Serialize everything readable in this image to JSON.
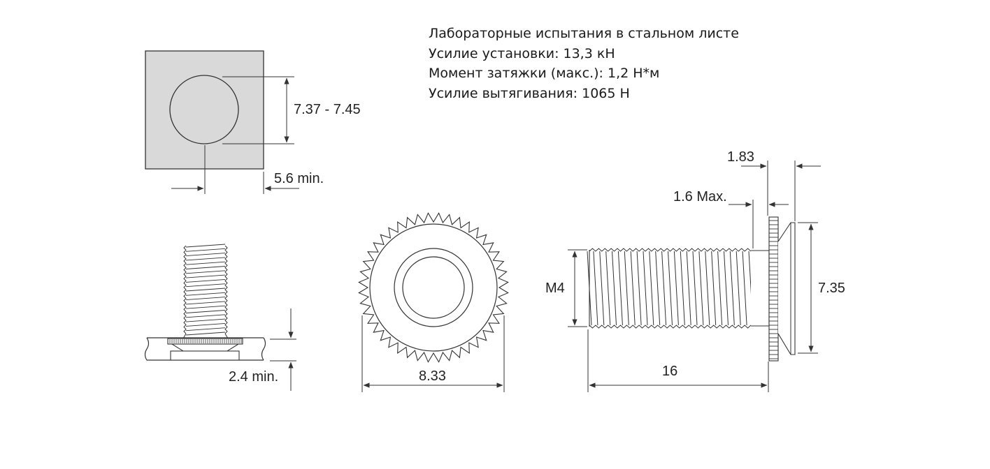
{
  "info": {
    "line1": "Лабораторные испытания в стальном листе",
    "line2": "Усилие установки: 13,3 кН",
    "line3": "Момент затяжки (макс.): 1,2 Н*м",
    "line4": "Усилие вытягивания: 1065 Н"
  },
  "dimensions": {
    "hole_diameter": "7.37 - 7.45",
    "edge_distance": "5.6 min.",
    "sheet_thickness": "2.4 min.",
    "head_diameter": "8.33",
    "head_height": "1.83",
    "undercut": "1.6 Max.",
    "thread": "M4",
    "collar_diameter": "7.35",
    "length": "16"
  },
  "colors": {
    "line": "#333333",
    "fill": "#d9d9d9"
  }
}
